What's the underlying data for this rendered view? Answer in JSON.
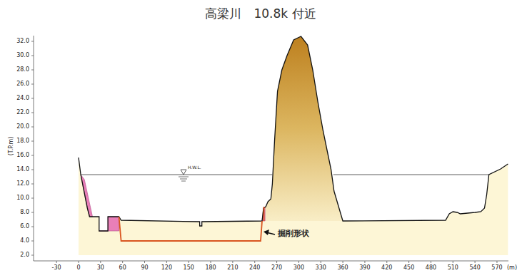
{
  "diagram": {
    "title": "高梁川　10.8k 付近",
    "labels": [
      "2.0",
      "4.0",
      "6.0",
      "8.0",
      "10.0",
      "12.0",
      "14.0",
      "16.0",
      "18.0",
      "20.0",
      "22.0",
      "24.0",
      "26.0",
      "28.0",
      "30.0",
      "32.0",
      "(T.P.m)",
      "-30",
      "0",
      "30",
      "60",
      "90",
      "120",
      "150",
      "180",
      "210",
      "240",
      "270",
      "300",
      "330",
      "360",
      "390",
      "420",
      "450",
      "480",
      "510",
      "540",
      "570",
      "(m)",
      "H.W.L.",
      "掘削形状"
    ]
  }
}
